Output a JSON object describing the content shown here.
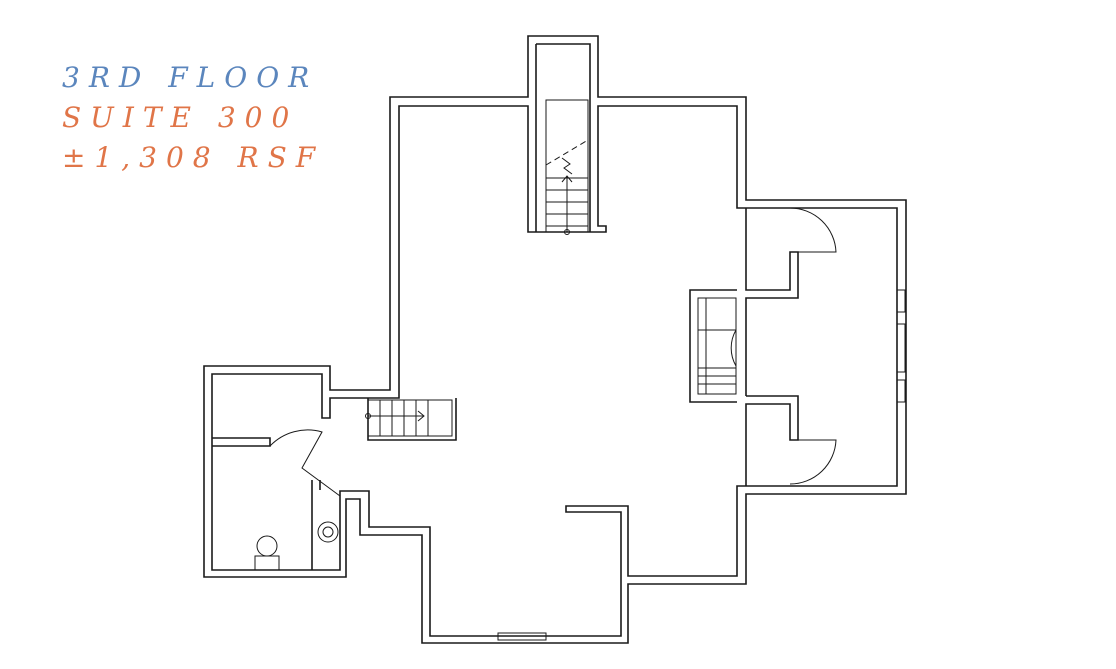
{
  "floor_label": "3RD FLOOR",
  "suite_label": "SUITE 300",
  "area_label": "±1,308 RSF",
  "colors": {
    "floor": "#5b86bd",
    "suite": "#e07548",
    "lines": "#1a1a1a"
  }
}
